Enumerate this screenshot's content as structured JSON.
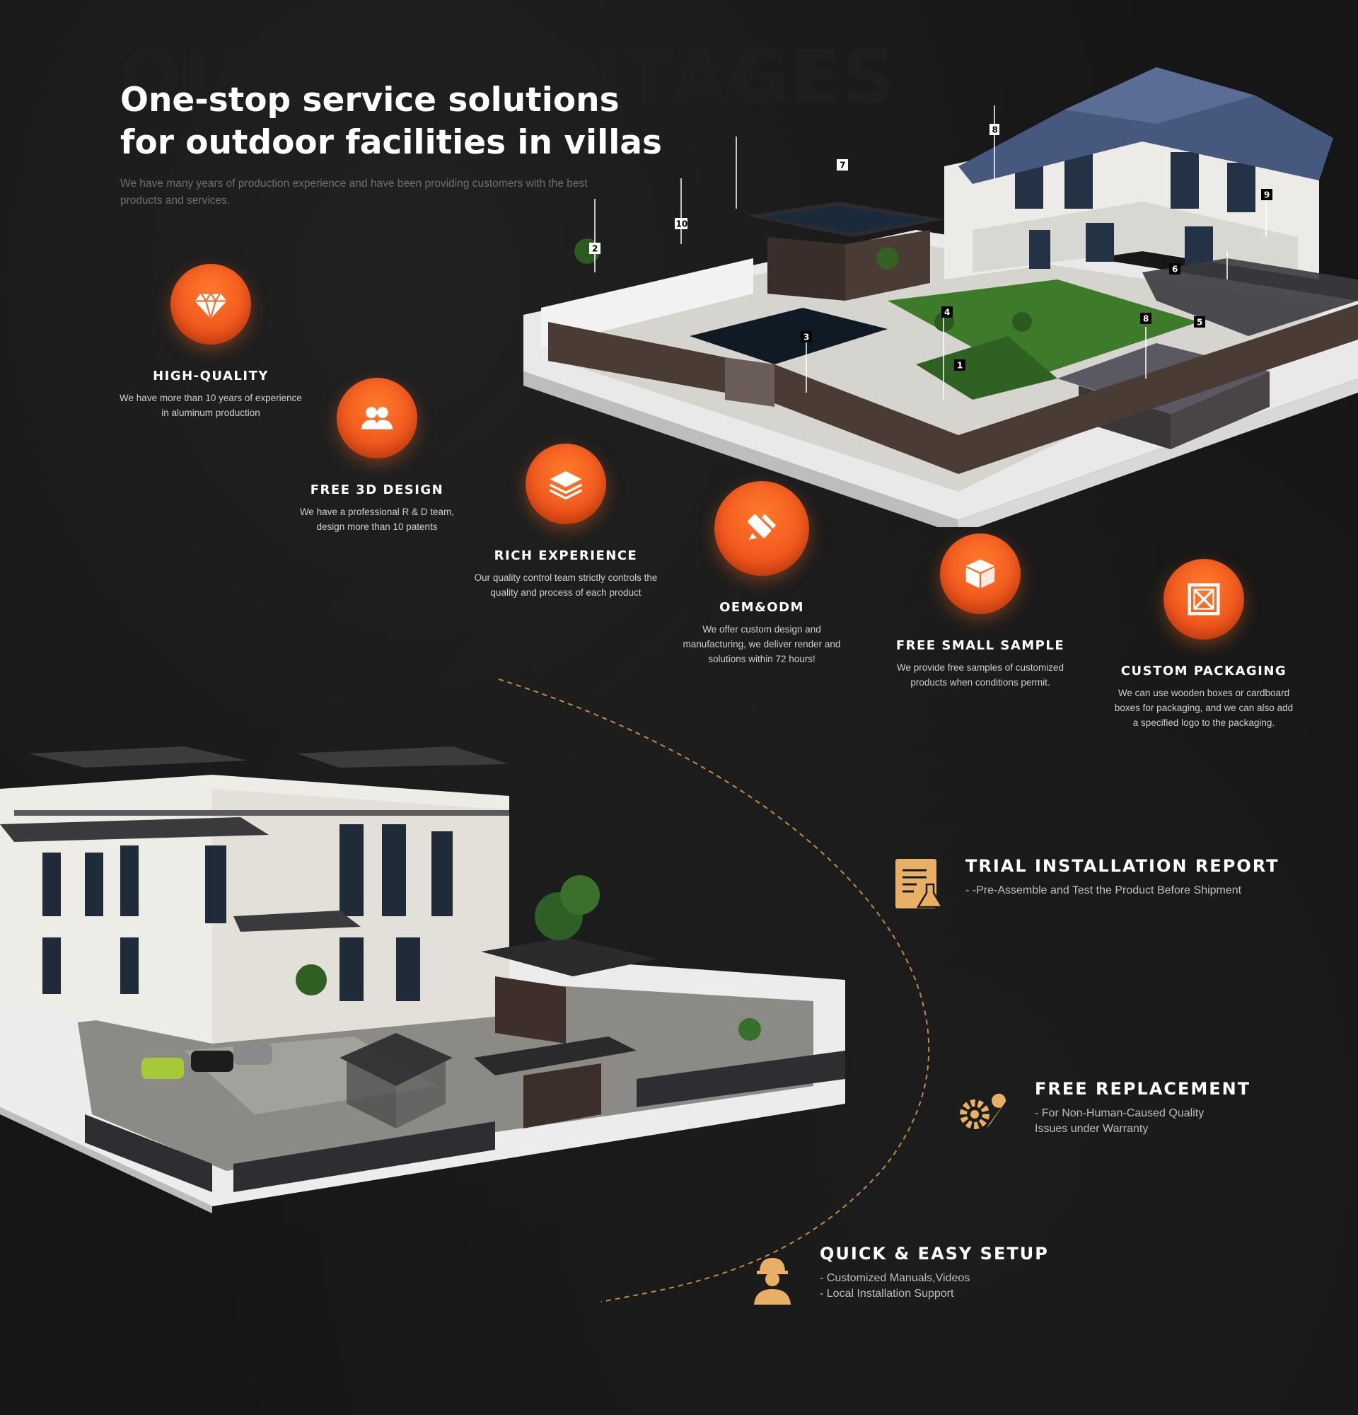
{
  "header": {
    "watermark": "OUR ADVANTAGES",
    "title_line1": "One-stop service solutions",
    "title_line2": "for outdoor facilities in villas",
    "subtitle": "We have many years of production experience and have been providing customers with the best products and services."
  },
  "advantages": [
    {
      "icon": "diamond-icon",
      "title": "HIGH-QUALITY",
      "desc": "We have more than 10 years of experience in aluminum production"
    },
    {
      "icon": "team-icon",
      "title": "FREE 3D DESIGN",
      "desc": "We have a professional R & D team, design more than 10 patents"
    },
    {
      "icon": "layers-icon",
      "title": "RICH EXPERIENCE",
      "desc": "Our quality control team strictly controls the quality and process of each product"
    },
    {
      "icon": "design-tools-icon",
      "title": "OEM&ODM",
      "desc": "We offer custom design and manufacturing, we deliver render and solutions within 72 hours!"
    },
    {
      "icon": "box-icon",
      "title": "FREE SMALL SAMPLE",
      "desc": "We provide free samples of customized products when conditions permit."
    },
    {
      "icon": "crate-icon",
      "title": "CUSTOM PACKAGING",
      "desc": "We can use wooden boxes or cardboard boxes for packaging, and we can also add a specified logo to the packaging."
    }
  ],
  "villa_top_labels": [
    "8",
    "7",
    "10",
    "2",
    "9",
    "6",
    "4",
    "8",
    "5",
    "3",
    "1"
  ],
  "features": [
    {
      "icon": "report-flask-icon",
      "title": "TRIAL INSTALLATION REPORT",
      "lines": [
        "- -Pre-Assemble and Test the Product Before Shipment"
      ]
    },
    {
      "icon": "gear-wrench-icon",
      "title": "FREE REPLACEMENT",
      "lines": [
        "- For Non-Human-Caused Quality",
        "Issues under Warranty"
      ]
    },
    {
      "icon": "worker-icon",
      "title": "QUICK & EASY SETUP",
      "lines": [
        "- Customized Manuals,Videos",
        "- Local Installation Support"
      ]
    }
  ],
  "colors": {
    "background": "#151515",
    "accent_orange": "#f25a1f",
    "accent_gold": "#e8b066",
    "text_muted": "#6f6f6f"
  }
}
